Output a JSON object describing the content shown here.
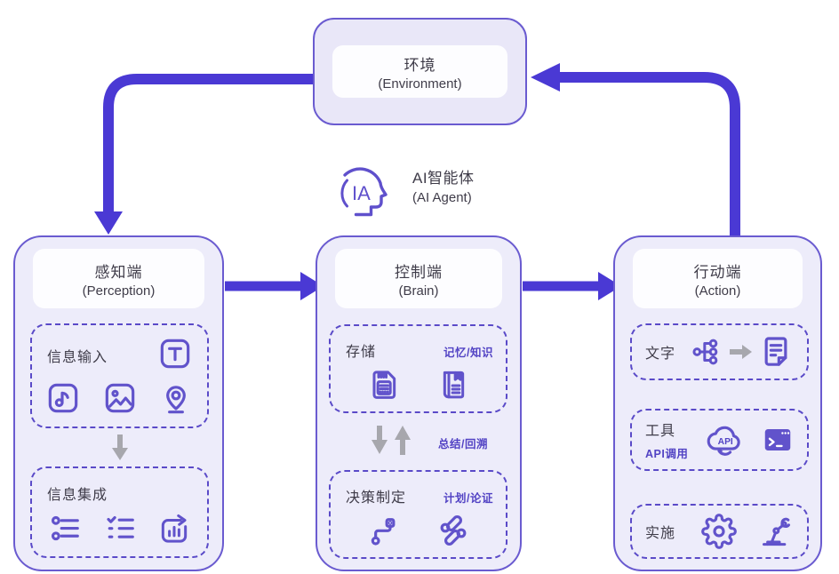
{
  "colors": {
    "arrow_purple": "#4a39d4",
    "panel_border": "#6a5bd0",
    "panel_bg": "#edecfa",
    "env_bg": "#e9e7f8",
    "dashed_border": "#5a4ac8",
    "icon_stroke": "#6153cb",
    "accent_text": "#5243c4",
    "dark_text": "#3f3c49",
    "gray": "#a7a7ad"
  },
  "environment": {
    "title": "环境",
    "subtitle": "(Environment)"
  },
  "agent": {
    "label": "IA",
    "title": "AI智能体",
    "subtitle": "(AI Agent)"
  },
  "perception": {
    "title": "感知端",
    "subtitle": "(Perception)",
    "input": {
      "label": "信息输入",
      "icons": [
        "text",
        "music",
        "image",
        "location"
      ]
    },
    "integration": {
      "label": "信息集成",
      "icons": [
        "filter-list",
        "checklist",
        "chart"
      ]
    }
  },
  "brain": {
    "title": "控制端",
    "subtitle": "(Brain)",
    "storage": {
      "label": "存储",
      "tag": "记忆/知识",
      "icons": [
        "sd-card",
        "book"
      ]
    },
    "loop_tag": "总结/回溯",
    "decision": {
      "label": "决策制定",
      "tag": "计划/论证",
      "icons": [
        "flow",
        "strategy"
      ]
    }
  },
  "action": {
    "title": "行动端",
    "subtitle": "(Action)",
    "text_section": {
      "label": "文字",
      "icons": [
        "share-branch",
        "arrow-right",
        "document"
      ]
    },
    "tools_section": {
      "label": "工具",
      "sub_label": "API调用",
      "api_text": "API",
      "icons": [
        "cloud-api",
        "terminal"
      ]
    },
    "implement_section": {
      "label": "实施",
      "icons": [
        "gear",
        "robot-arm"
      ]
    }
  }
}
